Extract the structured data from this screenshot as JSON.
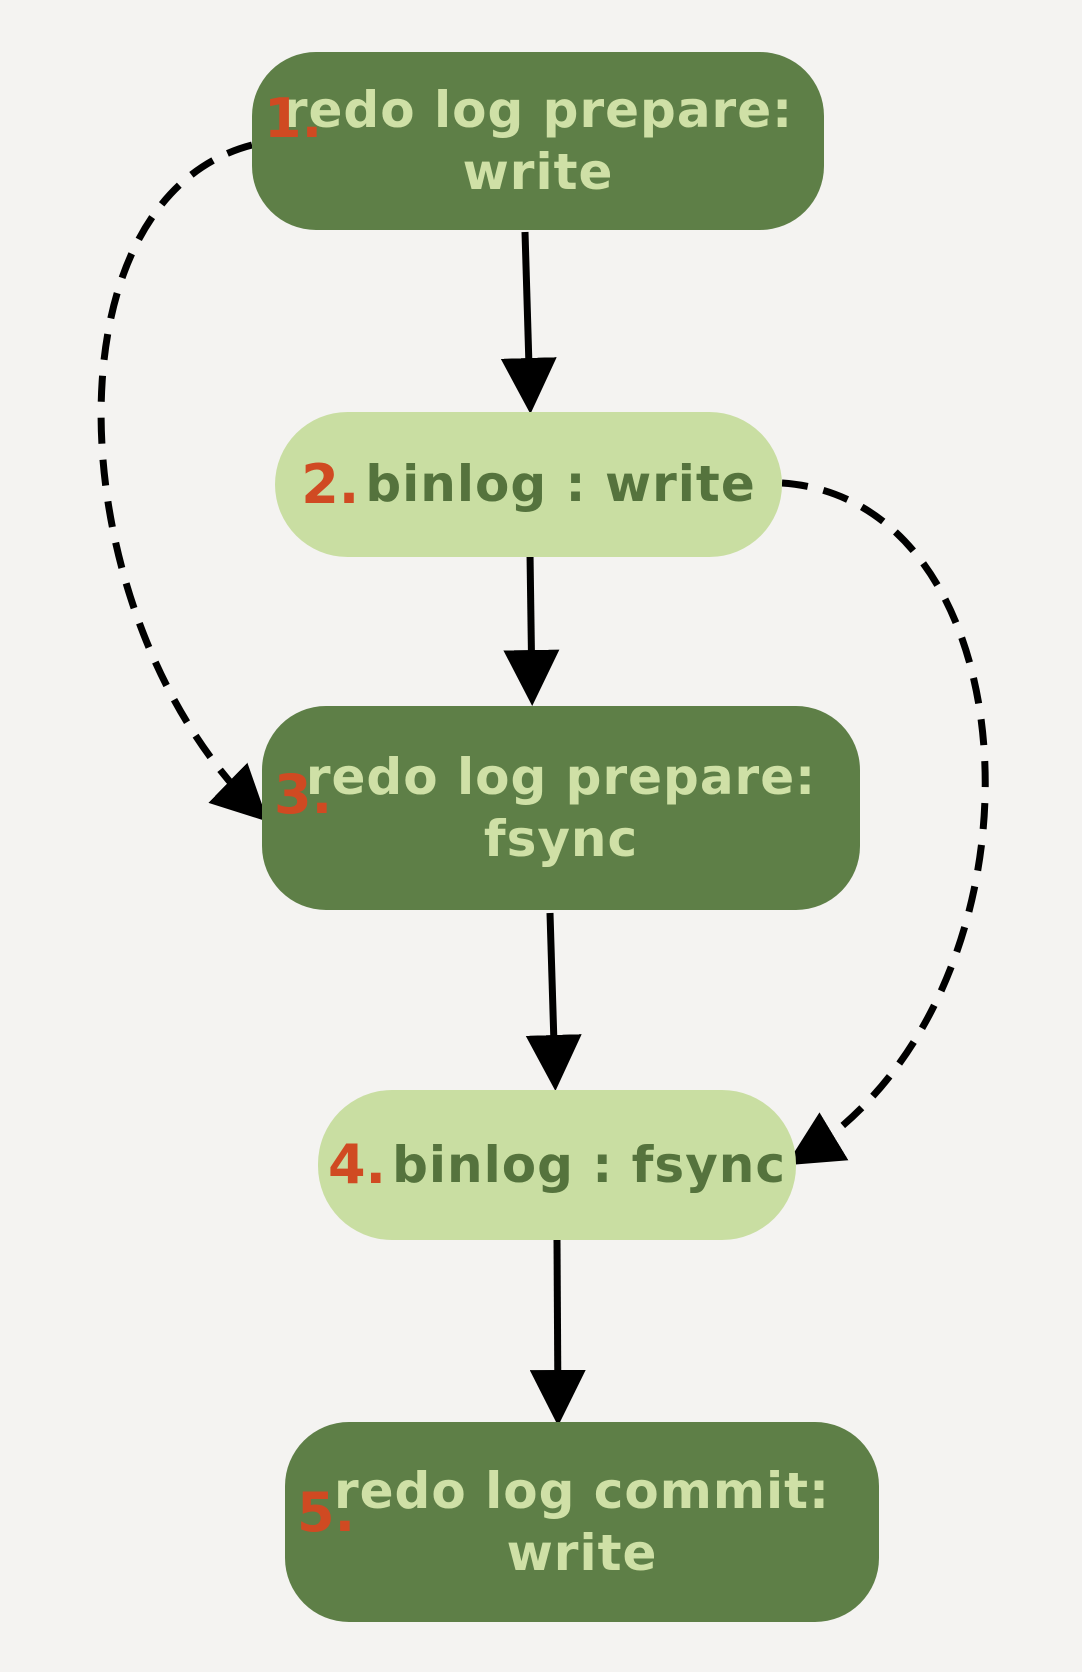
{
  "nodes": [
    {
      "number": "1.",
      "line1": "redo log prepare:",
      "line2": "write"
    },
    {
      "number": "2.",
      "line1": "binlog : write"
    },
    {
      "number": "3.",
      "line1": "redo log prepare:",
      "line2": "fsync"
    },
    {
      "number": "4.",
      "line1": "binlog : fsync"
    },
    {
      "number": "5.",
      "line1": "redo log commit:",
      "line2": "write"
    }
  ],
  "colors": {
    "background": "#f4f3f1",
    "dark_node": "#5e7f47",
    "dark_text": "#cfe0a6",
    "light_node": "#c9dea2",
    "light_text": "#55733d",
    "number": "#d04a22",
    "arrow": "#000000"
  }
}
